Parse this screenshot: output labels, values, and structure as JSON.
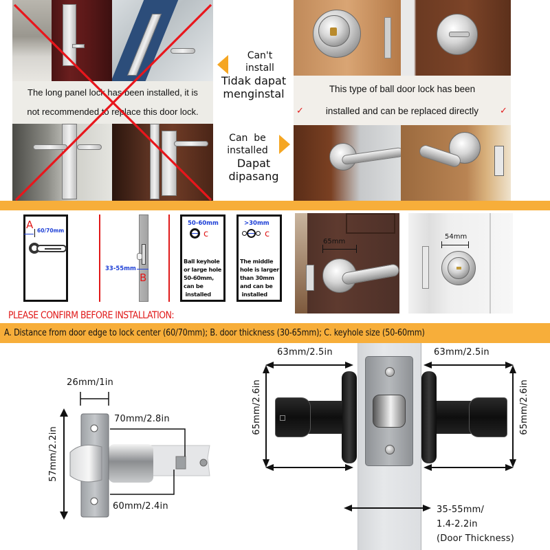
{
  "top_left": {
    "caption_line1": "The long panel lock has been installed, it is",
    "caption_line2": "not recommended to replace this door lock.",
    "cross_color": "#e8161c"
  },
  "middle": {
    "cant_install_en": [
      "Can't",
      "install"
    ],
    "cant_install_id": [
      "Tidak dapat",
      "menginstal"
    ],
    "can_install_en": [
      "Can  be",
      "installed"
    ],
    "can_install_id": [
      "Dapat",
      "dipasang"
    ],
    "arrow_color": "#f5a623"
  },
  "top_right": {
    "caption_line1": "This type of ball door lock has been",
    "caption_line2": "installed and can be replaced directly",
    "check_mark": "✓"
  },
  "diagram_row": {
    "a_letter": "A",
    "a_measure": "60/70mm",
    "b_letter": "B",
    "b_measure": "33-55mm",
    "c_box1": {
      "measure": "50-60mm",
      "letter": "c",
      "lines": [
        "Ball keyhole",
        "or large hole",
        "50-60mm,",
        "can be",
        " installed"
      ]
    },
    "c_box2": {
      "measure": ">30mm",
      "letter": "c",
      "lines": [
        "The middle",
        "hole is larger",
        "than 30mm",
        "and can be",
        " installed"
      ]
    },
    "photo_lever_measure": "65mm",
    "photo_knob_measure": "54mm"
  },
  "confirm": {
    "title": "PLEASE CONFIRM BEFORE INSTALLATION:",
    "details": "A. Distance from door edge to lock center (60/70mm); B. door thickness (30-65mm);  C. keyhole size (50-60mm)"
  },
  "latch": {
    "width_label": "26mm/1in",
    "height_label": "57mm/2.2in",
    "long_backset": "70mm/2.8in",
    "short_backset": "60mm/2.4in"
  },
  "lock_set": {
    "left_width": "63mm/2.5in",
    "right_width": "63mm/2.5in",
    "left_height": "65mm/2.6in",
    "right_height": "65mm/2.6in",
    "thickness_line1": "35-55mm/",
    "thickness_line2": "1.4-2.2in",
    "thickness_line3": "(Door Thickness)"
  },
  "colors": {
    "orange": "#f7ae3a",
    "red": "#e01818",
    "blue": "#1d3fd6"
  }
}
